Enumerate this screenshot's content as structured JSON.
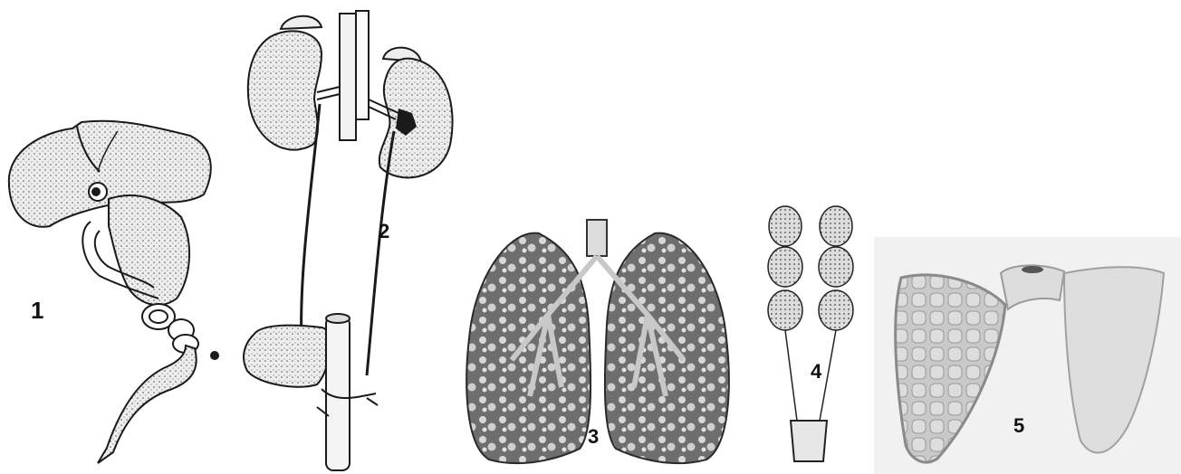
{
  "labels": {
    "one": "1",
    "two": "2",
    "three": "3",
    "four": "4",
    "five": "5"
  },
  "colors": {
    "ink": "#1a1a1a",
    "fill": "#e4e4e4",
    "dark_fill": "#9a9a9a",
    "panel5_bg": "#f1f1f1"
  }
}
